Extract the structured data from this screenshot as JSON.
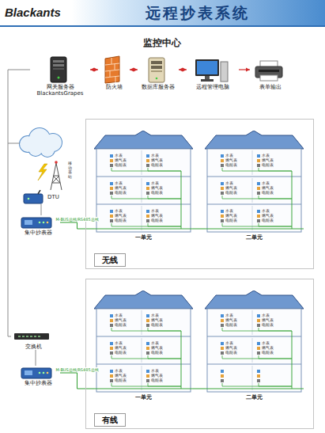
{
  "diagram": {
    "title": "远程抄表系统",
    "nodes": [
      {
        "text": [
          "网关服务器 BlackantsGrapes"
        ]
      },
      {
        "text": [
          "防火墙"
        ]
      },
      {
        "text": [
          "数据库服务器"
        ]
      },
      {
        "text": [
          "远程管理电脑"
        ]
      },
      {
        "text": [
          "表单输出"
        ]
      },
      {
        "text": [
          "无线"
        ]
      },
      {
        "text": [
          "DTU"
        ]
      },
      {
        "text": [
          "集中抄表器"
        ]
      },
      {
        "text": [
          "一单元"
        ],
        "in": 5
      },
      {
        "text": [
          "二单元"
        ],
        "in": 5
      },
      {
        "text": [
          "有线"
        ]
      },
      {
        "text": [
          "交换机"
        ]
      },
      {
        "text": [
          "集中抄表器"
        ]
      },
      {
        "text": [
          "一单元"
        ],
        "in": 10
      },
      {
        "text": [
          "二单元"
        ],
        "in": 10
      }
    ],
    "edges": [
      {
        "from": 0,
        "to": 1,
        "arrow": "both"
      },
      {
        "from": 1,
        "to": 2,
        "arrow": "both"
      },
      {
        "from": 2,
        "to": 3,
        "arrow": "both"
      },
      {
        "from": 3,
        "to": 4,
        "arrow": "to"
      },
      {
        "from": 0,
        "to": 11,
        "arrow": "none"
      },
      {
        "from": 6,
        "to": 7,
        "arrow": "none"
      },
      {
        "from": 7,
        "to": 8,
        "label": "M-BUS总线/RS485总线",
        "arrow": "none"
      },
      {
        "from": 8,
        "to": 9,
        "arrow": "none"
      },
      {
        "from": 11,
        "to": 12,
        "arrow": "none"
      },
      {
        "from": 12,
        "to": 13,
        "label": "M-BUS总线/RS485总线",
        "arrow": "none"
      },
      {
        "from": 13,
        "to": 14,
        "arrow": "none"
      }
    ],
    "labels": [
      "Blackants",
      "监控中心",
      "移动基站",
      "水表",
      "燃气表",
      "电能表",
      "水表",
      "燃气表",
      "电能表",
      "水表",
      "燃气表",
      "电能表",
      "水表",
      "燃气表",
      "电能表",
      "水表",
      "燃气表",
      "电能表",
      "水表",
      "燃气表",
      "电能表",
      "水表",
      "燃气表",
      "电能表",
      "水表",
      "燃气表",
      "电能表",
      "水表",
      "燃气表",
      "电能表",
      "水表",
      "燃气表",
      "电能表",
      "水表",
      "燃气表",
      "电能表",
      "水表",
      "燃气表",
      "电能表",
      "水表",
      "燃气表",
      "电能表",
      "水表",
      "燃气表",
      "电能表",
      "水表",
      "燃气表",
      "电能表",
      "水表",
      "燃气表",
      "电能表",
      "水表",
      "燃气表",
      "电能表",
      "水表",
      "燃气表",
      "电能表",
      "水表",
      "燃气表",
      "电能表",
      "水表",
      "燃气表",
      "电能表",
      "水表",
      "燃气表",
      "电能表",
      "水表",
      "燃气表",
      "电能表"
    ]
  }
}
